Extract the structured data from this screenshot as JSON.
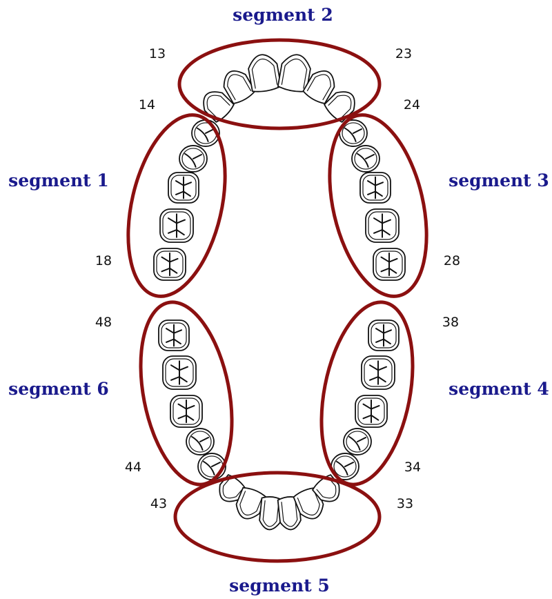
{
  "diagram": {
    "segments": [
      {
        "id": "segment-1",
        "label": "segment 1"
      },
      {
        "id": "segment-2",
        "label": "segment 2"
      },
      {
        "id": "segment-3",
        "label": "segment 3"
      },
      {
        "id": "segment-4",
        "label": "segment 4"
      },
      {
        "id": "segment-5",
        "label": "segment 5"
      },
      {
        "id": "segment-6",
        "label": "segment 6"
      }
    ],
    "tooth_numbers": {
      "n13": "13",
      "n23": "23",
      "n14": "14",
      "n24": "24",
      "n18": "18",
      "n28": "28",
      "n48": "48",
      "n38": "38",
      "n44": "44",
      "n34": "34",
      "n43": "43",
      "n33": "33"
    },
    "colors": {
      "ellipse_outline": "#8b1010",
      "segment_label": "#1a1a8c",
      "tooth_outline": "#111111"
    }
  }
}
